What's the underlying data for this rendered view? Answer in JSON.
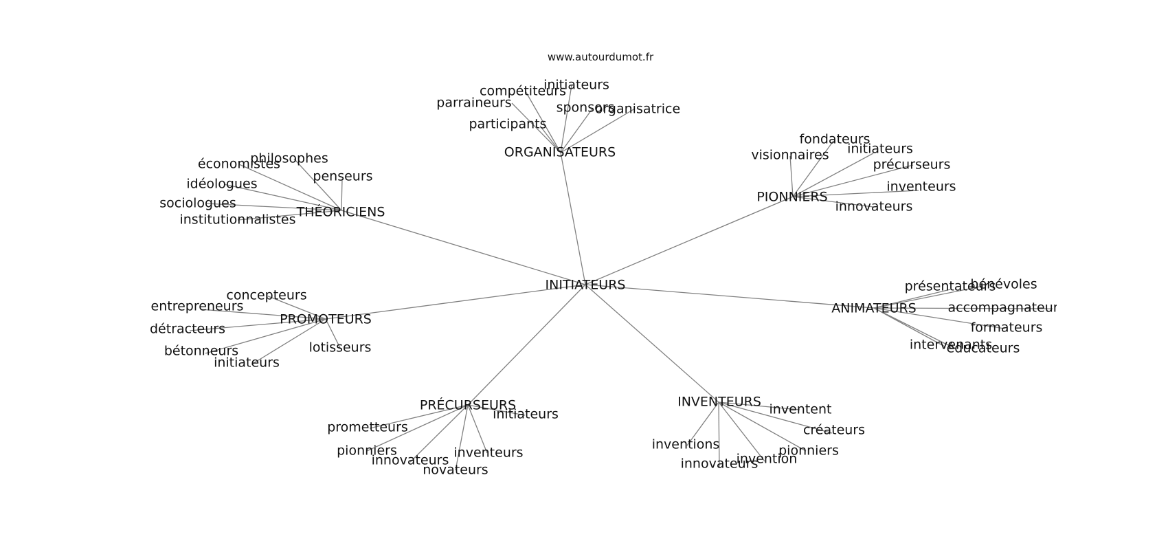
{
  "watermark": "www.autourdumot.fr",
  "colors": {
    "edge": "#808080",
    "text": "#111111",
    "background": "#ffffff"
  },
  "center": {
    "id": "c",
    "label": "INITIATEURS"
  },
  "hubs": [
    {
      "id": "h1",
      "label": "ORGANISATEURS",
      "leaves": [
        "compétiteurs",
        "initiateurs",
        "parraineurs",
        "sponsors",
        "organisatrice",
        "participants"
      ]
    },
    {
      "id": "h2",
      "label": "THÉORICIENS",
      "leaves": [
        "philosophes",
        "économistes",
        "penseurs",
        "idéologues",
        "sociologues",
        "institutionnalistes"
      ]
    },
    {
      "id": "h3",
      "label": "PIONNIERS",
      "leaves": [
        "fondateurs",
        "initiateurs",
        "visionnaires",
        "précurseurs",
        "inventeurs",
        "innovateurs"
      ]
    },
    {
      "id": "h4",
      "label": "PROMOTEURS",
      "leaves": [
        "concepteurs",
        "entrepreneurs",
        "détracteurs",
        "bétonneurs",
        "initiateurs",
        "lotisseurs"
      ]
    },
    {
      "id": "h5",
      "label": "ANIMATEURS",
      "leaves": [
        "présentateurs",
        "bénévoles",
        "accompagnateurs",
        "formateurs",
        "intervenants",
        "éducateurs"
      ]
    },
    {
      "id": "h6",
      "label": "PRÉCURSEURS",
      "leaves": [
        "initiateurs",
        "prometteurs",
        "pionniers",
        "inventeurs",
        "innovateurs",
        "novateurs"
      ]
    },
    {
      "id": "h7",
      "label": "INVENTEURS",
      "leaves": [
        "inventent",
        "créateurs",
        "inventions",
        "pionniers",
        "invention",
        "innovateurs"
      ]
    }
  ]
}
